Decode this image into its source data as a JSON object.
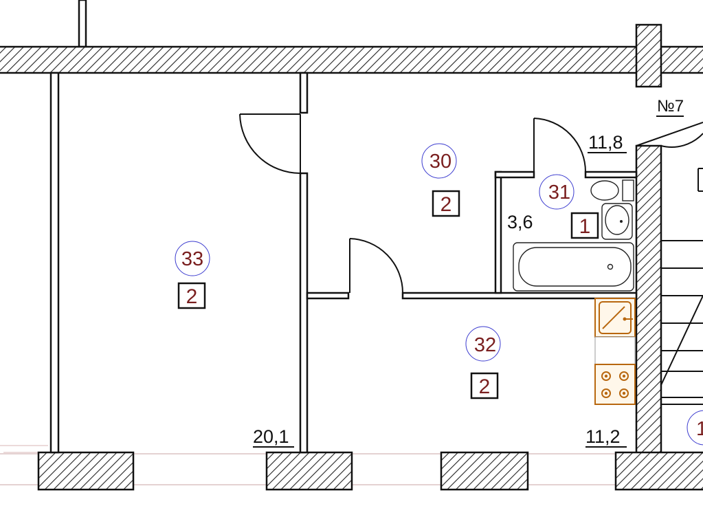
{
  "apartment_label": "№7",
  "rooms": [
    {
      "id": "room-33",
      "number": "33",
      "rooms_count": "2",
      "area": "20,1"
    },
    {
      "id": "room-30",
      "number": "30",
      "rooms_count": "2",
      "area": "11,8"
    },
    {
      "id": "room-31",
      "number": "31",
      "rooms_count": "1",
      "area": "3,6"
    },
    {
      "id": "room-32",
      "number": "32",
      "rooms_count": "2",
      "area": "11,2"
    }
  ],
  "partial_label": "1"
}
